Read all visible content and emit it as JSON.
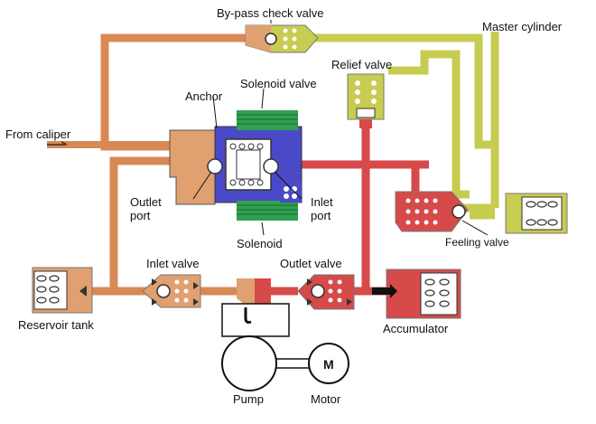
{
  "labels": {
    "bypass_check_valve": "By-pass check valve",
    "master_cylinder": "Master cylinder",
    "relief_valve": "Relief valve",
    "solenoid_valve": "Solenoid valve",
    "anchor": "Anchor",
    "from_caliper": "From caliper",
    "outlet_port_line1": "Outlet",
    "outlet_port_line2": "port",
    "inlet_port_line1": "Inlet",
    "inlet_port_line2": "port",
    "solenoid": "Solenoid",
    "feeling_valve": "Feeling valve",
    "inlet_valve": "Inlet valve",
    "outlet_valve": "Outlet valve",
    "reservoir_tank": "Reservoir tank",
    "accumulator": "Accumulator",
    "pump": "Pump",
    "motor": "Motor",
    "motor_symbol": "M"
  },
  "colors": {
    "orange": "#e0a070",
    "orange_dark": "#c87840",
    "red": "#d84848",
    "red_dark": "#b03030",
    "yellow_green": "#c8d048",
    "yellow_green_dark": "#a0a830",
    "blue": "#4848c0",
    "green": "#30a050",
    "black": "#111111"
  }
}
